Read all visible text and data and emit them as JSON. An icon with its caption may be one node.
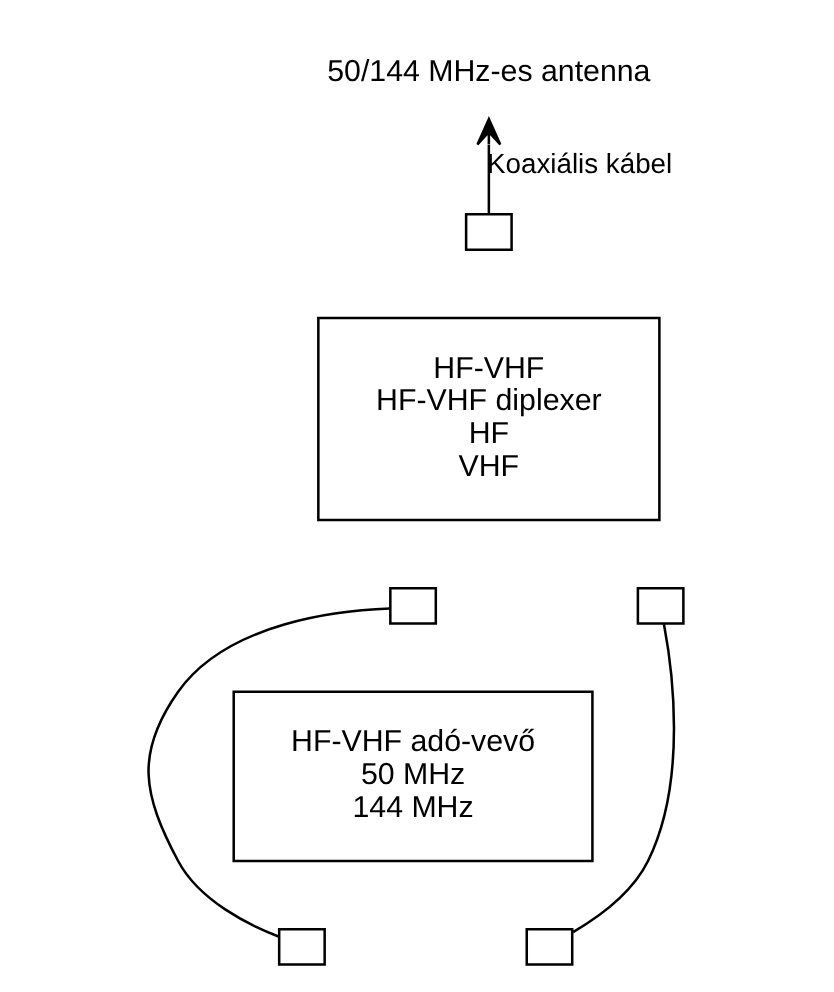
{
  "diagram": {
    "nodes": [
      {
        "text": [
          "50/144 MHz-es antenna"
        ]
      },
      {
        "text": [
          "HF-VHF",
          "HF-VHF diplexer",
          "HF",
          "VHF"
        ]
      },
      {
        "text": [],
        "shape": "box"
      },
      {
        "text": [],
        "shape": "box"
      },
      {
        "text": [],
        "shape": "box"
      },
      {
        "text": [
          "HF-VHF adó-vevő",
          "50 MHz",
          "144 MHz"
        ]
      },
      {
        "text": [],
        "shape": "box"
      },
      {
        "text": [],
        "shape": "box"
      }
    ],
    "edges": [
      {
        "from": 2,
        "to": 0,
        "arrow": "to",
        "label": "Koaxiális kábel"
      },
      {
        "from": 3,
        "to": 6,
        "arrow": "none"
      },
      {
        "from": 4,
        "to": 7,
        "arrow": "none"
      }
    ]
  }
}
